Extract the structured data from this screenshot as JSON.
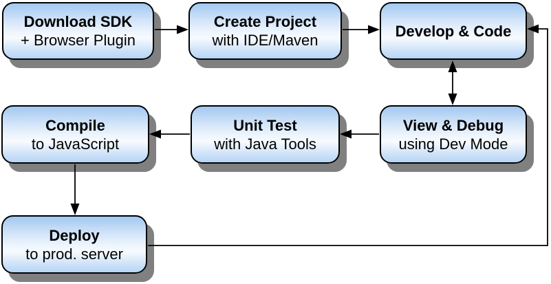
{
  "diagram": {
    "type": "flowchart",
    "nodes": [
      {
        "id": "download-sdk",
        "title": "Download SDK",
        "subtitle": "+ Browser Plugin"
      },
      {
        "id": "create-project",
        "title": "Create Project",
        "subtitle": "with IDE/Maven"
      },
      {
        "id": "develop-code",
        "title": "Develop & Code",
        "subtitle": ""
      },
      {
        "id": "view-debug",
        "title": "View & Debug",
        "subtitle": "using Dev Mode"
      },
      {
        "id": "unit-test",
        "title": "Unit Test",
        "subtitle": "with Java Tools"
      },
      {
        "id": "compile",
        "title": "Compile",
        "subtitle": "to JavaScript"
      },
      {
        "id": "deploy",
        "title": "Deploy",
        "subtitle": "to prod. server"
      }
    ],
    "edges": [
      {
        "from": "download-sdk",
        "to": "create-project",
        "type": "arrow"
      },
      {
        "from": "create-project",
        "to": "develop-code",
        "type": "arrow"
      },
      {
        "from": "develop-code",
        "to": "view-debug",
        "type": "bidirectional-arrow"
      },
      {
        "from": "view-debug",
        "to": "unit-test",
        "type": "arrow"
      },
      {
        "from": "unit-test",
        "to": "compile",
        "type": "arrow"
      },
      {
        "from": "compile",
        "to": "deploy",
        "type": "arrow"
      },
      {
        "from": "deploy",
        "to": "develop-code",
        "type": "arrow-feedback-loop"
      }
    ],
    "colors": {
      "node_fill_top": "#a2c8f0",
      "node_fill_middle": "#eef5fd",
      "node_fill_bottom": "#b5d5f6",
      "node_border": "#000000",
      "node_shadow": "#808080",
      "connector": "#000000",
      "text": "#000000",
      "background": "#ffffff"
    }
  }
}
